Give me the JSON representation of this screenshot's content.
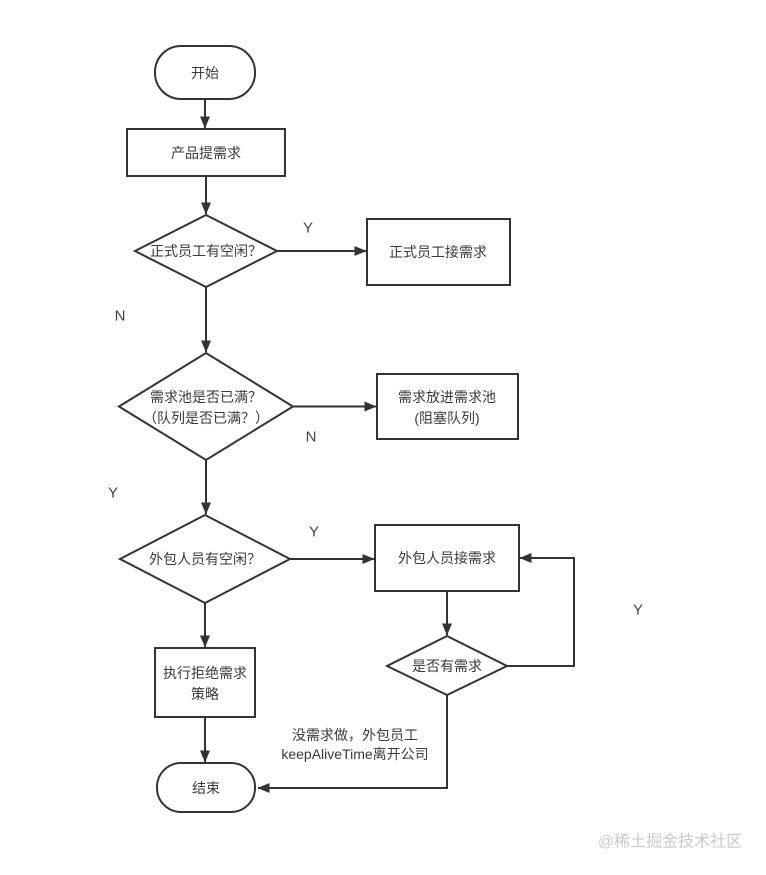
{
  "colors": {
    "background": "#ffffff",
    "stroke": "#333333",
    "text": "#3a3a3a",
    "edge_label": "#444444",
    "watermark": "#c9c9c9"
  },
  "nodes": {
    "start": {
      "type": "terminator",
      "label": "开始"
    },
    "raise_requirement": {
      "type": "process",
      "label": "产品提需求"
    },
    "regular_free": {
      "type": "decision",
      "label": "正式员工有空闲？"
    },
    "regular_take": {
      "type": "process",
      "label": "正式员工接需求"
    },
    "pool_full": {
      "type": "decision",
      "line1": "需求池是否已满？",
      "line2": "（队列是否已满？）"
    },
    "pool_put": {
      "type": "process",
      "line1": "需求放进需求池",
      "line2": "(阻塞队列)"
    },
    "outsource_free": {
      "type": "decision",
      "label": "外包人员有空闲？"
    },
    "outsource_take": {
      "type": "process",
      "label": "外包人员接需求"
    },
    "has_requirement": {
      "type": "decision",
      "label": "是否有需求"
    },
    "reject_policy": {
      "type": "process",
      "line1": "执行拒绝需求",
      "line2": "策略"
    },
    "end": {
      "type": "terminator",
      "label": "结束"
    }
  },
  "edge_labels": {
    "regular_free_yes": "Y",
    "regular_free_no": "N",
    "pool_full_no": "N",
    "pool_full_yes": "Y",
    "outsource_free_yes": "Y",
    "has_requirement_yes": "Y"
  },
  "annotations": {
    "keepalive_line1": "没需求做，外包员工",
    "keepalive_line2": "keepAliveTime离开公司",
    "watermark": "@稀土掘金技术社区"
  }
}
